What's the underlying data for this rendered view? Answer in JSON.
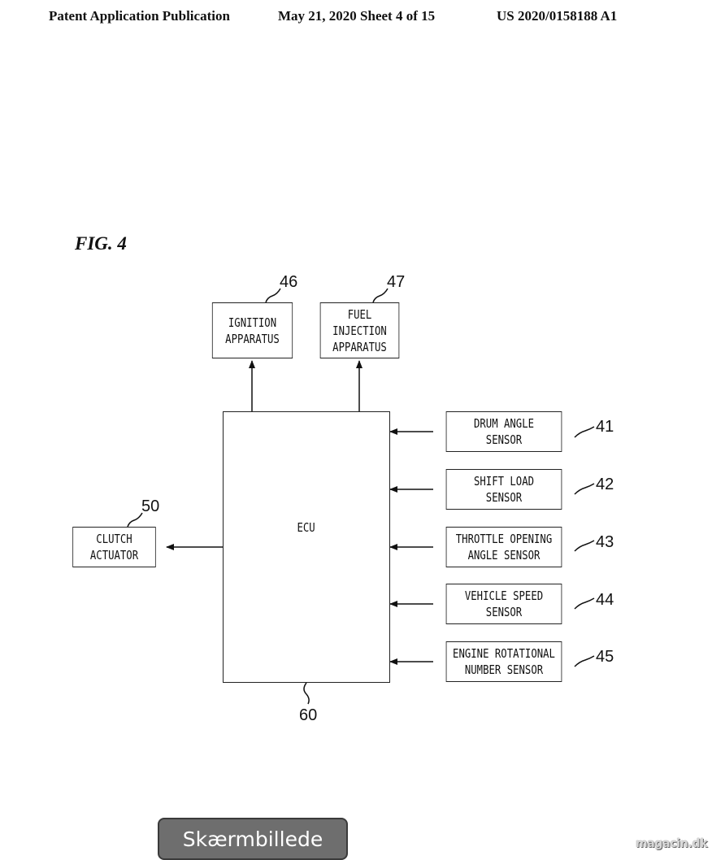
{
  "header": {
    "publication": "Patent Application Publication",
    "date_sheet": "May 21, 2020  Sheet 4 of 15",
    "number": "US 2020/0158188 A1"
  },
  "figure": {
    "title": "FIG. 4",
    "ecu": {
      "label": "ECU",
      "ref": "60"
    },
    "outputs": [
      {
        "label": "IGNITION\nAPPARATUS",
        "ref": "46"
      },
      {
        "label": "FUEL\nINJECTION\nAPPARATUS",
        "ref": "47"
      }
    ],
    "actuator": {
      "label": "CLUTCH\nACTUATOR",
      "ref": "50"
    },
    "sensors": [
      {
        "label": "DRUM ANGLE\nSENSOR",
        "ref": "41"
      },
      {
        "label": "SHIFT LOAD\nSENSOR",
        "ref": "42"
      },
      {
        "label": "THROTTLE OPENING\nANGLE SENSOR",
        "ref": "43"
      },
      {
        "label": "VEHICLE SPEED\nSENSOR",
        "ref": "44"
      },
      {
        "label": "ENGINE ROTATIONAL\nNUMBER SENSOR",
        "ref": "45"
      }
    ]
  },
  "overlay": {
    "screenshot_button": "Skærmbillede",
    "watermark": "magacin.dk"
  }
}
